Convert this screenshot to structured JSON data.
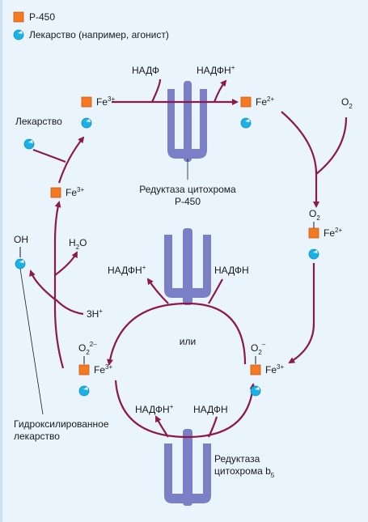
{
  "legend": {
    "p450": "Р-450",
    "drug": "Лекарство (например, агонист)"
  },
  "colors": {
    "p450": "#f47920",
    "drug": "#1ab1e6",
    "arrow": "#8b1a4b",
    "reductase": "#7b7fc6",
    "background": "#e9f4fc"
  },
  "labels": {
    "nadf_top": "НАДФ",
    "nadfn_plus_top": "НАДФН",
    "fe3": "Fe",
    "fe3_charge": "3+",
    "fe2": "Fe",
    "fe2_charge": "2+",
    "o2": "O",
    "o2_sub": "2",
    "drug": "Лекарство",
    "reductase_p450_line1": "Редуктаза цитохрома",
    "reductase_p450_line2": "Р-450",
    "oh": "OH",
    "h2o": "H",
    "h2o_sub": "2",
    "h2o_o": "O",
    "protons": "3H",
    "plus": "+",
    "nadfn_plus_mid": "НАДФН",
    "nadfn_mid": "НАДФН",
    "or": "или",
    "o2_minus": "O",
    "o2_2minus_charge": "2–",
    "o2_minus_charge": "–",
    "nadfn_plus_bottom": "НАДФН",
    "nadfn_bottom": "НАДФН",
    "hydroxylated_line1": "Гидроксилированное",
    "hydroxylated_line2": "лекарство",
    "reductase_b5_line1": "Редуктаза",
    "reductase_b5_line2": "цитохрома b",
    "b5_sub": "5"
  }
}
